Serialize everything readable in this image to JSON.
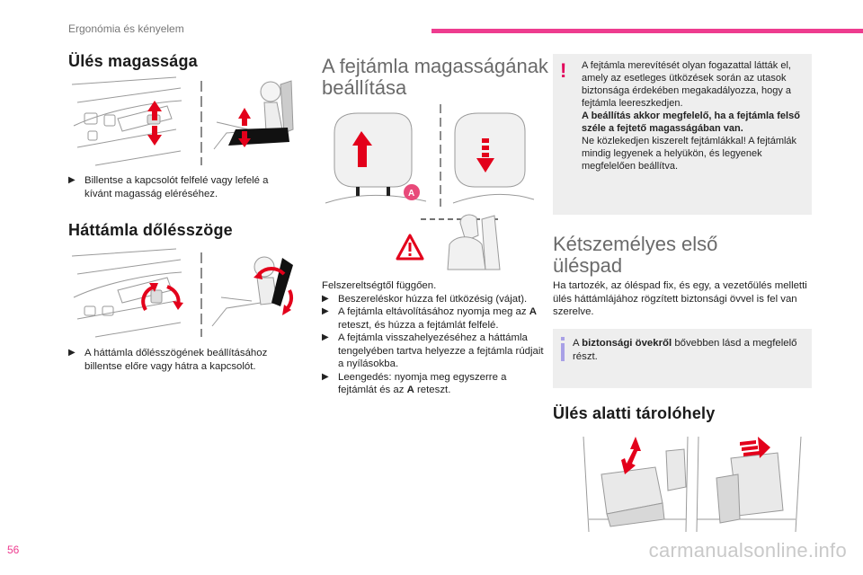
{
  "header": {
    "section": "Ergonómia és kényelem",
    "accent": "#ee3c8f"
  },
  "seat_height": {
    "title": "Ülés magassága",
    "steps": [
      "Billentse a kapcsolót felfelé vagy lefelé a kívánt magasság eléréséhez."
    ]
  },
  "backrest": {
    "title": "Háttámla dőlésszöge",
    "steps": [
      "A háttámla dőlésszögének beállításához billentse előre vagy hátra a kapcsolót."
    ]
  },
  "headrest": {
    "title_line1": "A fejtámla magasságának",
    "title_line2": "beállítása",
    "marker": "A",
    "intro": "Felszereltségtől függően.",
    "steps": [
      "Beszereléskor húzza fel ütközésig (vájat).",
      {
        "pre": "A fejtámla eltávolításához nyomja meg az ",
        "bold": "A",
        "post": " reteszt, és húzza a fejtámlát felfelé."
      },
      "A fejtámla visszahelyezéséhez a háttámla tengelyében tartva helyezze a fejtámla rúdjait a nyílásokba.",
      {
        "pre": "Leengedés: nyomja meg egyszerre a fejtámlát és az ",
        "bold": "A",
        "post": " reteszt."
      }
    ]
  },
  "warning": {
    "text1": "A fejtámla merevítését olyan fogazattal látták el, amely az esetleges ütközések során az utasok biztonsága érdekében megakadályozza, hogy a fejtámla leereszkedjen.",
    "bold": "A beállítás akkor megfelelő, ha a fejtámla felső széle a fejtető magasságában van.",
    "text2": "Ne közlekedjen kiszerelt fejtámlákkal! A fejtámlák mindig legyenek a helyükön, és legyenek megfelelően beállítva.",
    "accent": "#e2005a"
  },
  "double_seat": {
    "title_line1": "Kétszemélyes első",
    "title_line2": "üléspad",
    "text": "Ha tartozék, az óléspad fix, és egy, a vezetőülés melletti ülés háttámlájához rögzített biztonsági övvel is fel van szerelve."
  },
  "info": {
    "pre": "A ",
    "bold": "biztonsági övekről",
    "post": " bővebben lásd a megfelelő részt."
  },
  "storage": {
    "title": "Ülés alatti tárolóhely"
  },
  "footer": {
    "page": "56",
    "watermark": "carmanualsonline.info"
  },
  "icons": [
    "bullet-arrow-icon",
    "warning-triangle-icon",
    "info-icon",
    "exclamation-icon"
  ]
}
